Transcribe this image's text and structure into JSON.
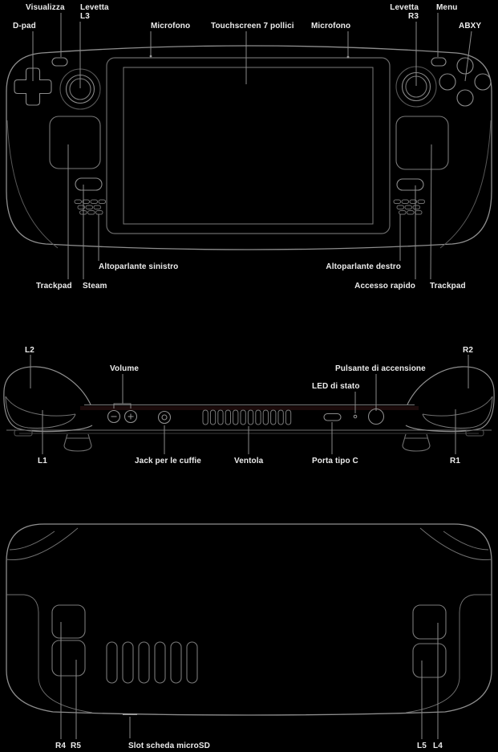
{
  "diagram_title": "Steam Deck hardware diagram (Italian labels)",
  "colors": {
    "background": "#000000",
    "outline_bright": "#8e8e8e",
    "outline_mid": "#6f6f6f",
    "outline_dim": "#4a4a4a",
    "leader_line": "#8a8a8a",
    "label_text": "#ececec",
    "top_bar_accent": "#1c0b0b"
  },
  "front": {
    "labels": {
      "visualizza": "Visualizza",
      "levetta_l3": "Levetta\nL3",
      "dpad": "D-pad",
      "microfono_sx": "Microfono",
      "touchscreen": "Touchscreen 7 pollici",
      "microfono_dx": "Microfono",
      "levetta_r3": "Levetta\nR3",
      "menu": "Menu",
      "abxy": "ABXY",
      "altoparlante_sx": "Altoparlante sinistro",
      "trackpad_sx": "Trackpad",
      "steam": "Steam",
      "altoparlante_dx": "Altoparlante destro",
      "accesso_rapido": "Accesso rapido",
      "trackpad_dx": "Trackpad"
    }
  },
  "top": {
    "labels": {
      "l2": "L2",
      "volume": "Volume",
      "pulsante_accensione": "Pulsante di accensione",
      "led_stato": "LED di stato",
      "r2": "R2",
      "l1": "L1",
      "jack_cuffie": "Jack per le cuffie",
      "ventola": "Ventola",
      "porta_tipo_c": "Porta tipo C",
      "r1": "R1"
    },
    "volume_button_symbols": [
      "−",
      "+"
    ]
  },
  "back": {
    "labels": {
      "r4": "R4",
      "r5": "R5",
      "slot_microsd": "Slot scheda microSD",
      "l5": "L5",
      "l4": "L4"
    }
  }
}
